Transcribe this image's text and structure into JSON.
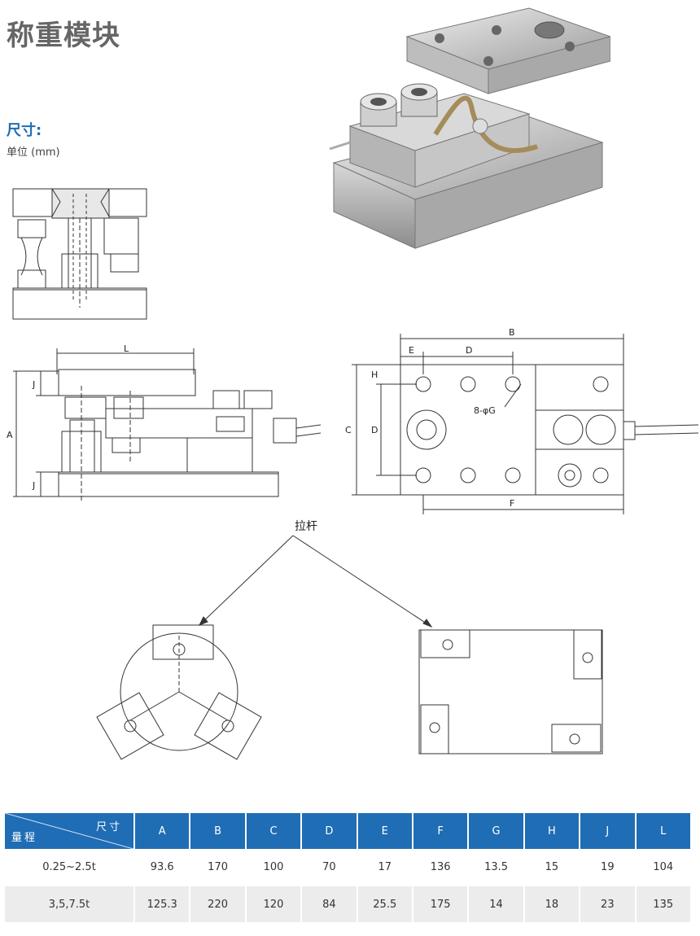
{
  "page": {
    "title": "称重模块",
    "dimensions_heading": "尺寸:",
    "unit": "单位 (mm)"
  },
  "drawings": {
    "top_view_labels": {
      "B": "B",
      "E": "E",
      "D": "D",
      "H": "H",
      "C": "C",
      "D_vertical": "D",
      "G": "8-φG",
      "F": "F"
    },
    "side_view_labels": {
      "L": "L",
      "A": "A",
      "J_top": "J",
      "J_bottom": "J"
    },
    "tie_rod_label": "拉杆"
  },
  "table": {
    "corner_top": "尺寸",
    "corner_bottom": "量程",
    "columns": [
      "A",
      "B",
      "C",
      "D",
      "E",
      "F",
      "G",
      "H",
      "J",
      "L"
    ],
    "rows": [
      {
        "range": "0.25~2.5t",
        "values": [
          "93.6",
          "170",
          "100",
          "70",
          "17",
          "136",
          "13.5",
          "15",
          "19",
          "104"
        ]
      },
      {
        "range": "3,5,7.5t",
        "values": [
          "125.3",
          "220",
          "120",
          "84",
          "25.5",
          "175",
          "14",
          "18",
          "23",
          "135"
        ]
      }
    ]
  },
  "colors": {
    "header_blue": "#1f6db5",
    "title_gray": "#666666",
    "row_alt": "#ececec"
  }
}
